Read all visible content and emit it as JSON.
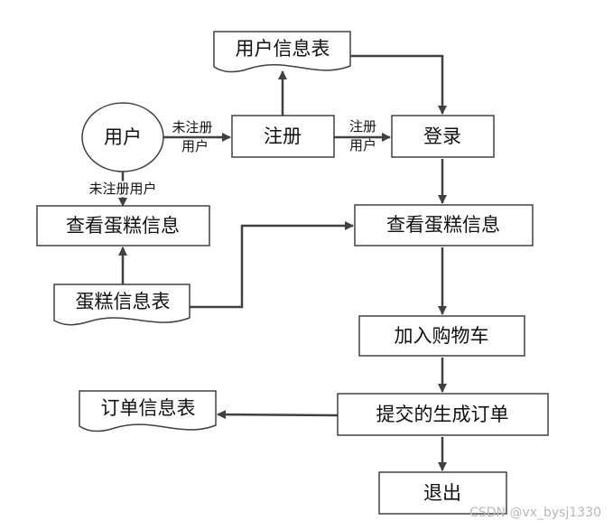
{
  "nodes": {
    "user": "用户",
    "user_info_table": "用户信息表",
    "register": "注册",
    "login": "登录",
    "view_cake_left": "查看蛋糕信息",
    "view_cake_right": "查看蛋糕信息",
    "cake_info_table": "蛋糕信息表",
    "add_to_cart": "加入购物车",
    "submit_order": "提交的生成订单",
    "order_info_table": "订单信息表",
    "exit": "退出"
  },
  "edge_labels": {
    "user_to_register_line1": "未注册",
    "user_to_register_line2": "用户",
    "register_to_login_line1": "注册",
    "register_to_login_line2": "用户",
    "user_to_view_left": "未注册用户"
  },
  "watermark": "CSDN @vx_bysj1330"
}
